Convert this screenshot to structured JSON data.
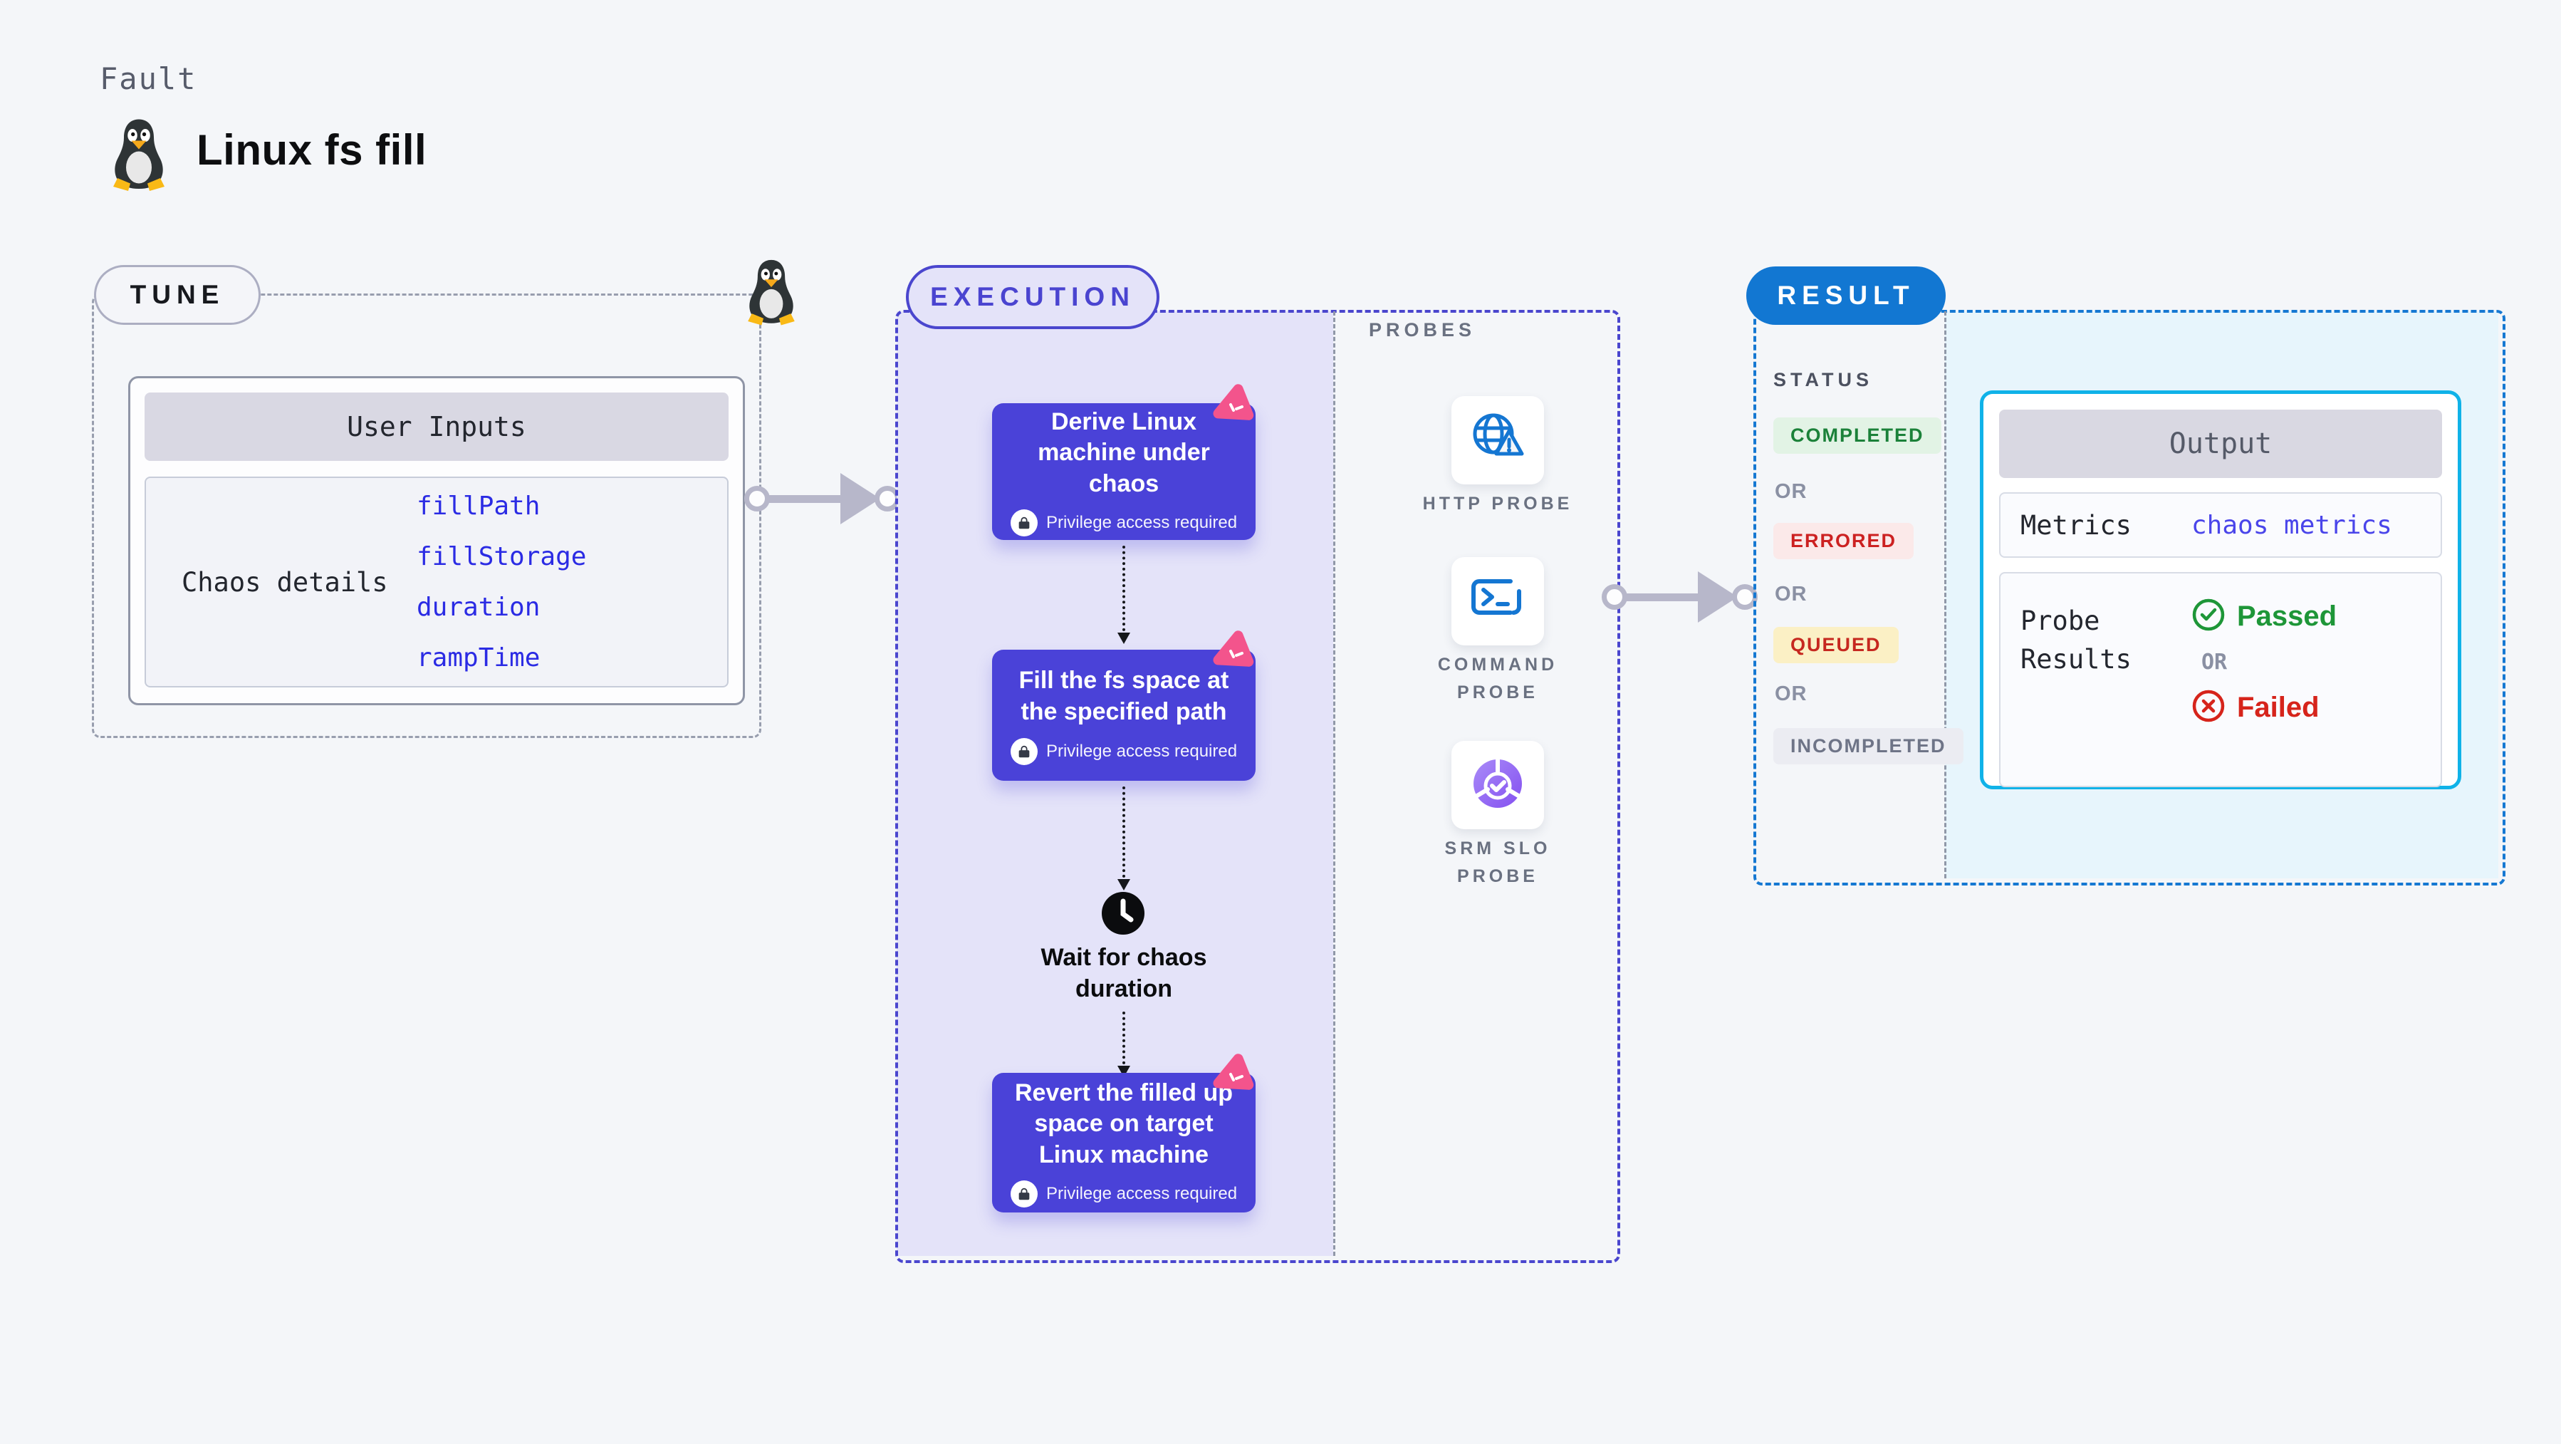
{
  "header": {
    "eyebrow": "Fault",
    "title": "Linux fs fill"
  },
  "tune": {
    "label": "TUNE",
    "user_inputs": {
      "title": "User Inputs",
      "row_label": "Chaos details",
      "fields": [
        "fillPath",
        "fillStorage",
        "duration",
        "rampTime"
      ]
    }
  },
  "execution": {
    "label": "EXECUTION",
    "steps": [
      {
        "text": "Derive Linux machine under chaos",
        "badge": "Privilege access required"
      },
      {
        "text": "Fill the fs space at the specified path",
        "badge": "Privilege access required"
      },
      {
        "text": "Revert the filled up space on target Linux machine",
        "badge": "Privilege access required"
      }
    ],
    "wait_step": {
      "text": "Wait for chaos duration"
    }
  },
  "probes": {
    "label": "PROBES",
    "items": [
      {
        "name": "HTTP PROBE",
        "icon": "globe-warning-icon"
      },
      {
        "name": "COMMAND PROBE",
        "icon": "terminal-icon"
      },
      {
        "name": "SRM SLO PROBE",
        "icon": "slo-donut-icon"
      }
    ]
  },
  "result": {
    "label": "RESULT",
    "status": {
      "heading": "STATUS",
      "separator": "OR",
      "options": [
        "COMPLETED",
        "ERRORED",
        "QUEUED",
        "INCOMPLETED"
      ]
    },
    "output": {
      "title": "Output",
      "metrics_label": "Metrics",
      "metrics_link": "chaos metrics",
      "probe_results_label": "Probe Results",
      "passed": "Passed",
      "separator": "OR",
      "failed": "Failed"
    }
  },
  "colors": {
    "step_box": "#4A42D8",
    "execution_accent": "#4A46CE",
    "result_accent": "#1578D2",
    "output_border": "#10B2E8",
    "chaos_pink": "#F3548C",
    "probe_blue": "#1476D2",
    "completed_green": "#1B8139",
    "errored_red": "#CC2121",
    "queued_amber_bg": "#FBF0C5",
    "link_blue": "#2B2BE4"
  }
}
